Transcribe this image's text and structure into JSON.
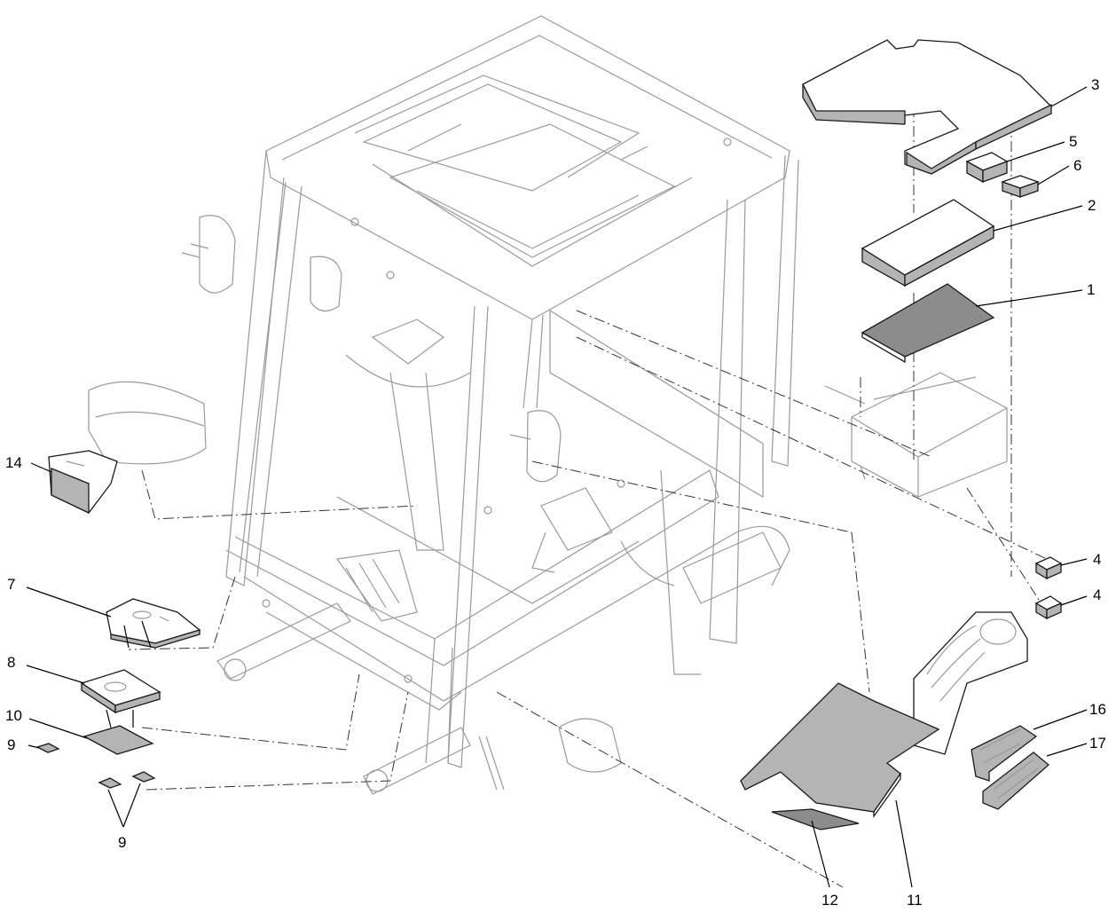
{
  "callouts": [
    {
      "id": "c1",
      "label": "1"
    },
    {
      "id": "c2",
      "label": "2"
    },
    {
      "id": "c3",
      "label": "3"
    },
    {
      "id": "c4a",
      "label": "4"
    },
    {
      "id": "c4b",
      "label": "4"
    },
    {
      "id": "c5",
      "label": "5"
    },
    {
      "id": "c6",
      "label": "6"
    },
    {
      "id": "c7",
      "label": "7"
    },
    {
      "id": "c8",
      "label": "8"
    },
    {
      "id": "c9a",
      "label": "9"
    },
    {
      "id": "c9b",
      "label": "9"
    },
    {
      "id": "c10",
      "label": "10"
    },
    {
      "id": "c11",
      "label": "11"
    },
    {
      "id": "c12",
      "label": "12"
    },
    {
      "id": "c14",
      "label": "14"
    },
    {
      "id": "c16",
      "label": "16"
    },
    {
      "id": "c17",
      "label": "17"
    }
  ]
}
